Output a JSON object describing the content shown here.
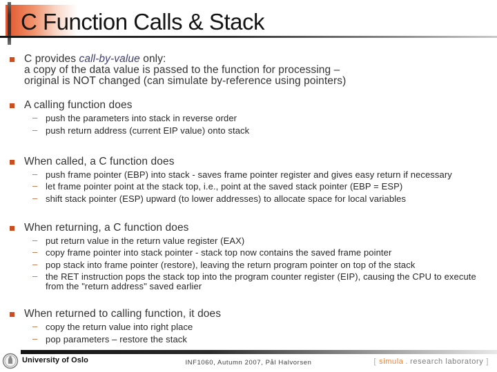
{
  "slide": {
    "title": "C Function Calls & Stack",
    "markers": {
      "dash": "–"
    },
    "sections": [
      {
        "heading_prefix": "C provides ",
        "heading_emphasis": "call-by-value",
        "heading_suffix": " only:",
        "line2": "a copy of the data value is passed to the function for processing –",
        "line3": "original is NOT changed (can simulate by-reference using pointers)"
      },
      {
        "heading": "A calling function does",
        "items": [
          "push the parameters into stack in reverse order",
          "push return address (current EIP value) onto stack"
        ]
      },
      {
        "heading": "When called, a C function does",
        "items": [
          "push frame pointer (EBP) into stack - saves frame pointer register and gives easy return if necessary",
          "let frame pointer point at the stack top, i.e., point at the saved stack pointer (EBP = ESP)",
          "shift stack pointer (ESP) upward (to lower addresses) to allocate space for local variables"
        ]
      },
      {
        "heading": "When returning, a C function does",
        "items": [
          "put return value in the return value register (EAX)",
          "copy frame pointer into stack pointer - stack top now contains the saved frame pointer",
          "pop stack into frame pointer (restore), leaving the return program pointer on top of the stack",
          "the RET instruction pops the stack top into the program counter register (EIP), causing the CPU to execute from the \"return address\" saved earlier"
        ]
      },
      {
        "heading": "When returned to calling function, it does",
        "items": [
          "copy the return value into right place",
          "pop parameters – restore the stack"
        ]
      }
    ]
  },
  "footer": {
    "institution": "University of Oslo",
    "course_info": "INF1060,  Autumn 2007,  Pål Halvorsen",
    "lab": {
      "bracket_open": "[",
      "name": "simula",
      "dot": ".",
      "rest": "research laboratory",
      "bracket_close": "]"
    }
  },
  "colors": {
    "accent_orange": "#dd5830",
    "bullet_orange": "#c94f21",
    "dash_orange": "#bf6e3e",
    "emphasis_navy": "#3d3d70",
    "simula_orange": "#e8833c"
  }
}
